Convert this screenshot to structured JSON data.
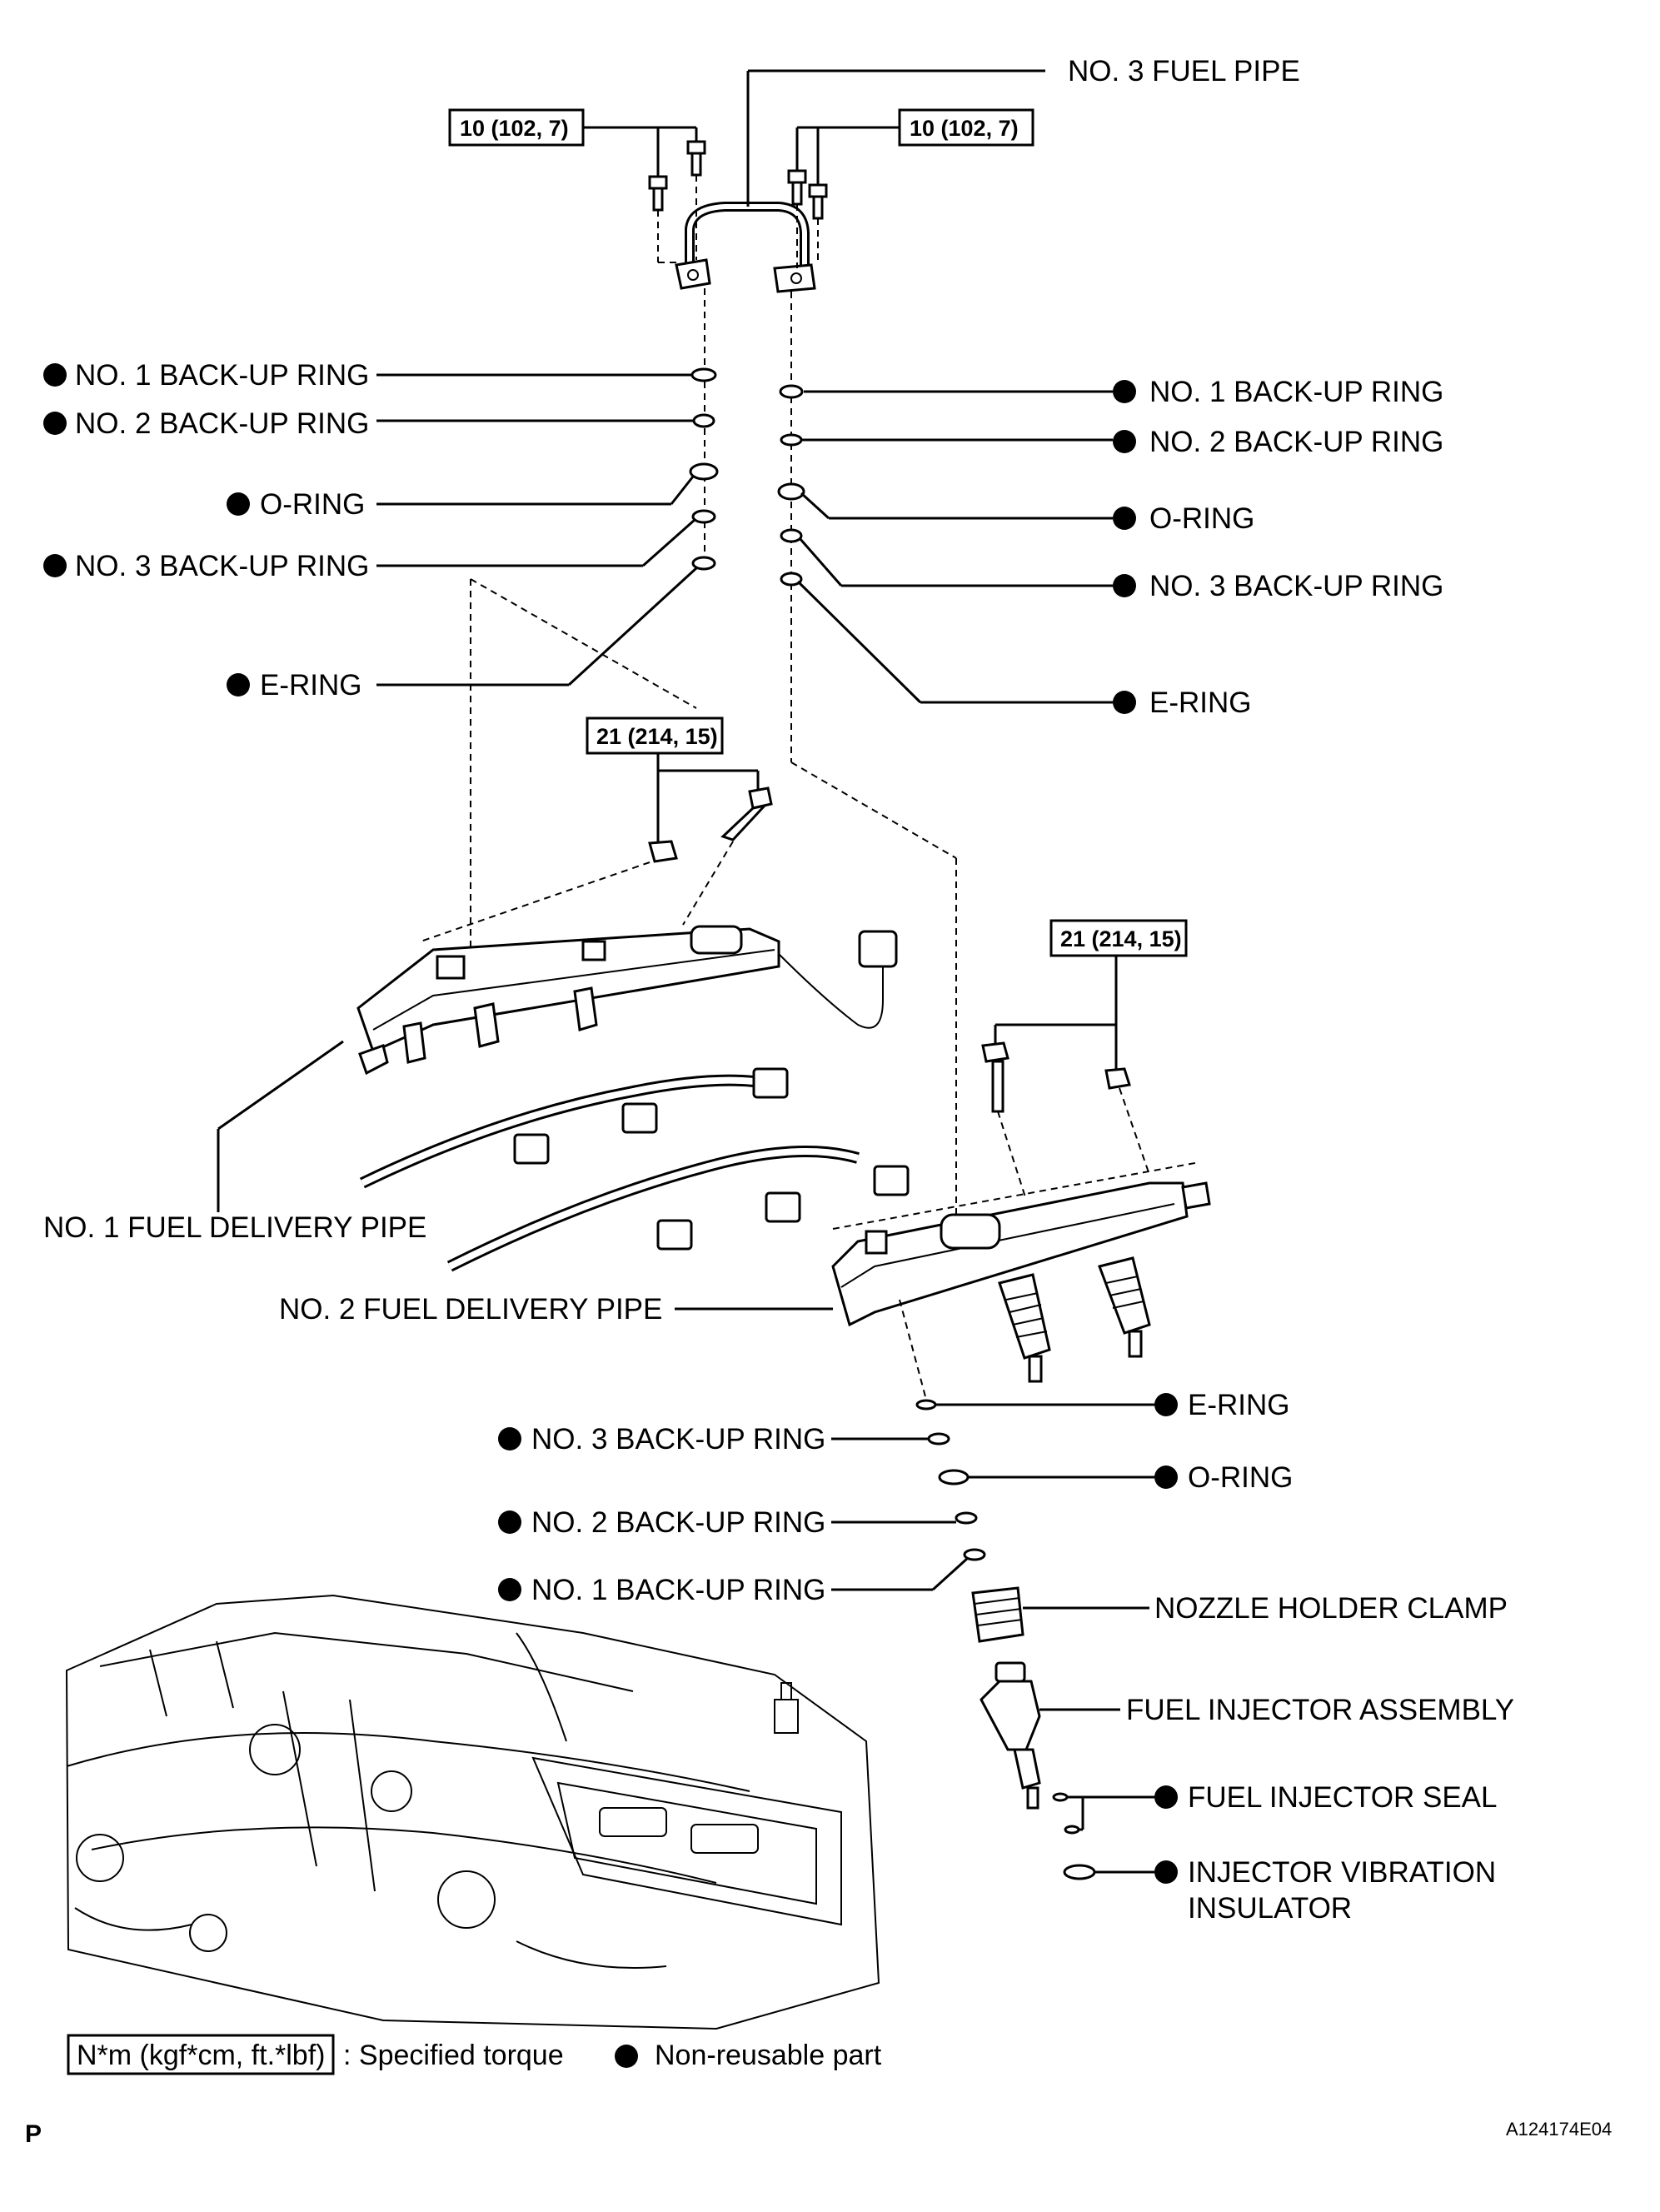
{
  "labels": {
    "no3_fuel_pipe": "NO. 3 FUEL PIPE",
    "torque_top_left": "10 (102, 7)",
    "torque_top_right": "10 (102, 7)",
    "left_stack": {
      "backup1": "NO. 1 BACK-UP RING",
      "backup2": "NO. 2 BACK-UP RING",
      "oring": "O-RING",
      "backup3": "NO. 3 BACK-UP RING",
      "ering": "E-RING"
    },
    "right_stack": {
      "backup1": "NO. 1 BACK-UP RING",
      "backup2": "NO. 2 BACK-UP RING",
      "oring": "O-RING",
      "backup3": "NO. 3 BACK-UP RING",
      "ering": "E-RING"
    },
    "torque_mid": "21 (214, 15)",
    "torque_right": "21 (214, 15)",
    "no1_delivery_pipe": "NO. 1 FUEL DELIVERY PIPE",
    "no2_delivery_pipe": "NO. 2 FUEL DELIVERY PIPE",
    "bottom_stack": {
      "ering": "E-RING",
      "backup3": "NO. 3 BACK-UP RING",
      "oring": "O-RING",
      "backup2": "NO. 2 BACK-UP RING",
      "backup1": "NO. 1 BACK-UP RING"
    },
    "nozzle_holder_clamp": "NOZZLE HOLDER CLAMP",
    "fuel_injector_assembly": "FUEL INJECTOR ASSEMBLY",
    "fuel_injector_seal": "FUEL INJECTOR SEAL",
    "injector_vibration_insulator_1": "INJECTOR VIBRATION",
    "injector_vibration_insulator_2": "INSULATOR"
  },
  "legend": {
    "torque_unit": "N*m (kgf*cm, ft.*lbf)",
    "torque_desc": ": Specified torque",
    "nonreusable_desc": "Non-reusable part"
  },
  "footer": {
    "page_letter": "P",
    "figure_code": "A124174E04"
  }
}
